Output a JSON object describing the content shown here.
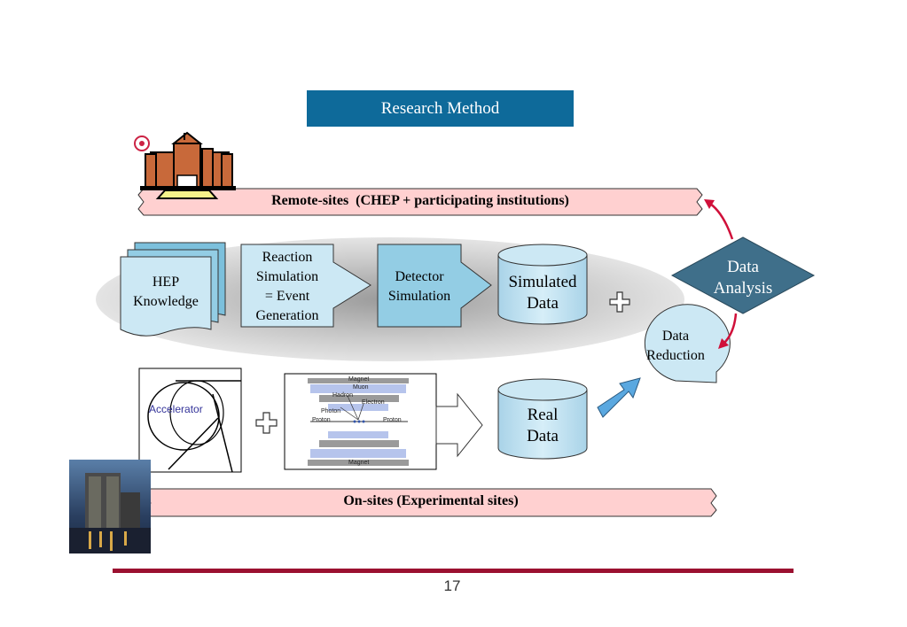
{
  "title": "Research Method",
  "remote_banner": "Remote-sites  (CHEP + participating institutions)",
  "onsite_banner": "On-sites (Experimental sites)",
  "hep_knowledge": [
    "HEP",
    "Knowledge"
  ],
  "reaction_simulation": [
    "Reaction",
    "Simulation",
    "= Event",
    "Generation"
  ],
  "detector_simulation": [
    "Detector",
    "Simulation"
  ],
  "simulated_data": [
    "Simulated",
    "Data"
  ],
  "data_analysis": [
    "Data",
    "Analysis"
  ],
  "data_reduction": [
    "Data",
    "Reduction"
  ],
  "real_data": [
    "Real",
    "Data"
  ],
  "accelerator_label": "Accelerator",
  "detector_labels": {
    "magnet_top": "Magnet",
    "muon": "Muon",
    "hadron": "Hadron",
    "electron": "Electron",
    "photon": "Photon",
    "proton_left": "Proton",
    "proton_right": "Proton",
    "magnet_bottom": "Magnet"
  },
  "page_number": "17",
  "colors": {
    "title_bar": "#0e6a9a",
    "banner_fill": "#ffd0d0",
    "box_fill": "#cce8f4",
    "diamond_fill": "#3f6f8a",
    "footer_line": "#9b1030",
    "arrow_red": "#d0103a",
    "arrow_blue": "#5aa8e0"
  }
}
